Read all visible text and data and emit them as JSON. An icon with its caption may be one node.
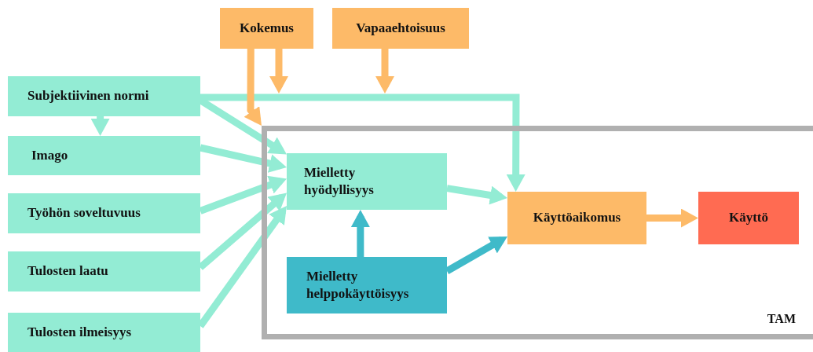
{
  "diagram": {
    "nodes": [
      {
        "text": [
          "Kokemus"
        ]
      },
      {
        "text": [
          "Vapaaehtoisuus"
        ]
      },
      {
        "text": [
          "Subjektiivinen normi"
        ]
      },
      {
        "text": [
          "Imago"
        ]
      },
      {
        "text": [
          "Työhön soveltuvuus"
        ]
      },
      {
        "text": [
          "Tulosten laatu"
        ]
      },
      {
        "text": [
          "Tulosten ilmeisyys"
        ]
      },
      {
        "text": [
          "TAM"
        ]
      },
      {
        "text": [
          "Mielletty hyödyllisyys"
        ],
        "in": 7
      },
      {
        "text": [
          "Mielletty helppokäyttöisyys"
        ],
        "in": 7
      },
      {
        "text": [
          "Käyttöaikomus"
        ],
        "in": 7
      },
      {
        "text": [
          "Käyttö"
        ],
        "in": 7
      }
    ],
    "edges": [
      {
        "from": 2,
        "to": 3,
        "arrow": "to"
      },
      {
        "from": 2,
        "to": 8,
        "arrow": "to"
      },
      {
        "from": 3,
        "to": 8,
        "arrow": "to"
      },
      {
        "from": 4,
        "to": 8,
        "arrow": "to"
      },
      {
        "from": 5,
        "to": 8,
        "arrow": "to"
      },
      {
        "from": 6,
        "to": 8,
        "arrow": "to"
      },
      {
        "from": 2,
        "to": 10,
        "arrow": "to"
      },
      {
        "from": 8,
        "to": 10,
        "arrow": "to"
      },
      {
        "from": 9,
        "to": 8,
        "arrow": "to",
        "color": "#3fbac9"
      },
      {
        "from": 9,
        "to": 10,
        "arrow": "to",
        "color": "#3fbac9"
      },
      {
        "from": 0,
        "to": 7,
        "arrow": "to",
        "color": "#fdba68"
      },
      {
        "from": 0,
        "to": null,
        "arrow": "to",
        "color": "#fdba68"
      },
      {
        "from": 1,
        "to": null,
        "arrow": "to",
        "color": "#fdba68"
      },
      {
        "from": 10,
        "to": 11,
        "arrow": "to",
        "color": "#fdba68"
      }
    ]
  }
}
